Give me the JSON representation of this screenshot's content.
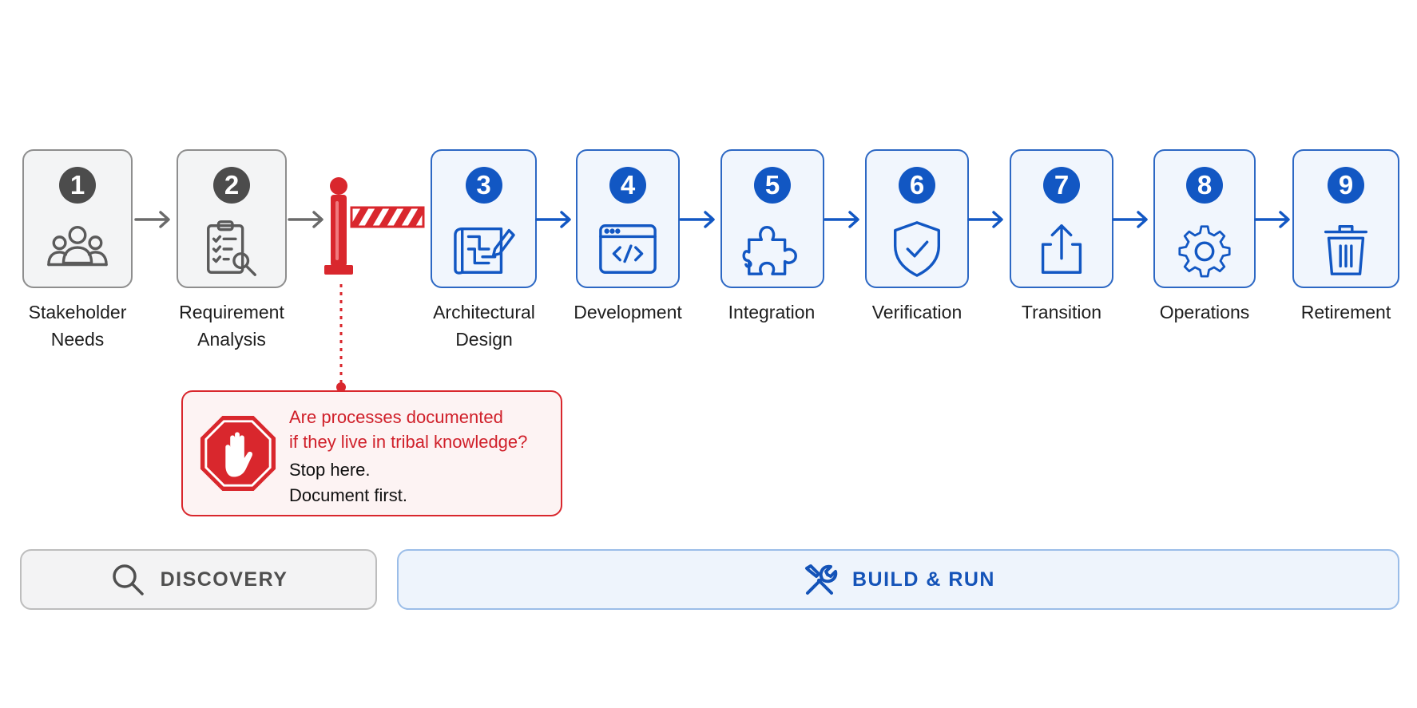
{
  "steps": [
    {
      "number": "1",
      "label_line1": "Stakeholder",
      "label_line2": "Needs",
      "icon": "people-icon",
      "phase": "discovery"
    },
    {
      "number": "2",
      "label_line1": "Requirement",
      "label_line2": "Analysis",
      "icon": "checklist-search-icon",
      "phase": "discovery"
    },
    {
      "number": "3",
      "label_line1": "Architectural",
      "label_line2": "Design",
      "icon": "blueprint-icon",
      "phase": "build-run"
    },
    {
      "number": "4",
      "label_line1": "Development",
      "label_line2": "",
      "icon": "code-window-icon",
      "phase": "build-run"
    },
    {
      "number": "5",
      "label_line1": "Integration",
      "label_line2": "",
      "icon": "puzzle-icon",
      "phase": "build-run"
    },
    {
      "number": "6",
      "label_line1": "Verification",
      "label_line2": "",
      "icon": "shield-check-icon",
      "phase": "build-run"
    },
    {
      "number": "7",
      "label_line1": "Transition",
      "label_line2": "",
      "icon": "upload-icon",
      "phase": "build-run"
    },
    {
      "number": "8",
      "label_line1": "Operations",
      "label_line2": "",
      "icon": "gear-icon",
      "phase": "build-run"
    },
    {
      "number": "9",
      "label_line1": "Retirement",
      "label_line2": "",
      "icon": "trash-icon",
      "phase": "build-run"
    }
  ],
  "gate": {
    "icon": "barrier-gate-icon",
    "question_line1": "Are processes documented",
    "question_line2": "if they live in tribal knowledge?",
    "stop_line1": "Stop here.",
    "stop_line2": "Document first.",
    "stop_icon": "stop-hand-icon"
  },
  "phases": {
    "discovery": {
      "label": "DISCOVERY",
      "icon": "search-icon"
    },
    "build_run": {
      "label": "BUILD & RUN",
      "icon": "tools-icon"
    }
  },
  "colors": {
    "discovery_stroke": "#5a5a5a",
    "build_blue": "#1257c3",
    "gate_red": "#d9272d"
  }
}
